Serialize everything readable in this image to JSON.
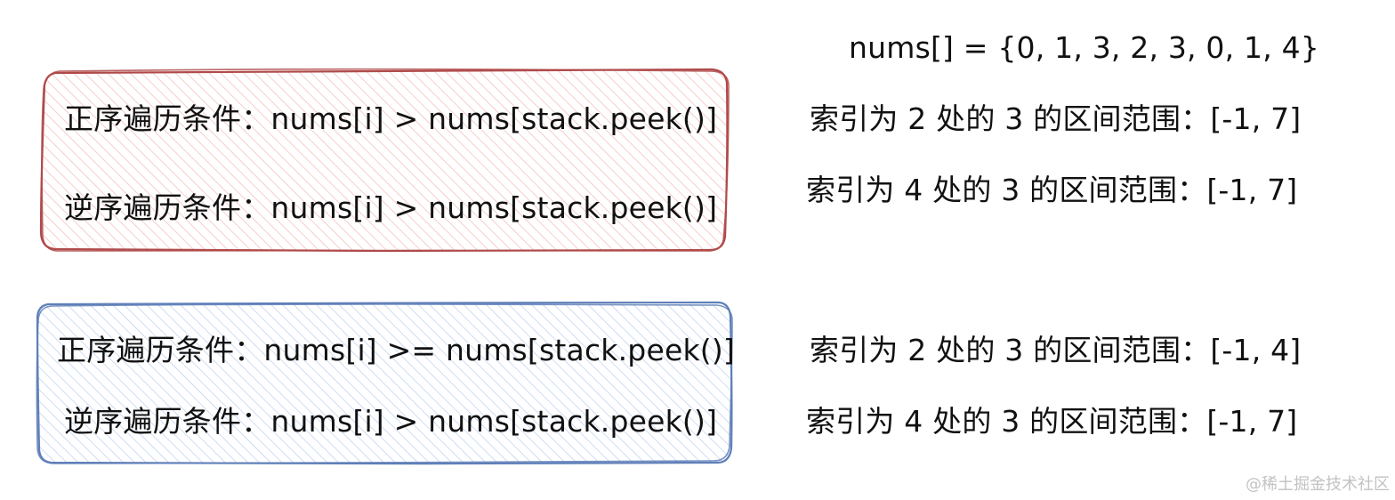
{
  "colors": {
    "box_a_stroke": "#b04a4a",
    "box_a_hatch": "#f2b8b8",
    "box_b_stroke": "#5f7fb8",
    "box_b_hatch": "#b9cff0",
    "text": "#111111",
    "watermark": "#c2c2c2"
  },
  "header": {
    "array_text": "nums[] = {0, 1, 3, 2, 3, 0, 1, 4}"
  },
  "box_a": {
    "line1": "正序遍历条件：nums[i] > nums[stack.peek()]",
    "line2": "逆序遍历条件：nums[i] > nums[stack.peek()]"
  },
  "box_b": {
    "line1": "正序遍历条件：nums[i] >= nums[stack.peek()]",
    "line2": "逆序遍历条件：nums[i] > nums[stack.peek()]"
  },
  "results_a": {
    "line1": "索引为 2 处的 3 的区间范围：[-1, 7]",
    "line2": "索引为 4 处的 3 的区间范围：[-1, 7]"
  },
  "results_b": {
    "line1": "索引为 2 处的 3 的区间范围：[-1, 4]",
    "line2": "索引为 4 处的 3 的区间范围：[-1, 7]"
  },
  "watermark": "@稀土掘金技术社区"
}
